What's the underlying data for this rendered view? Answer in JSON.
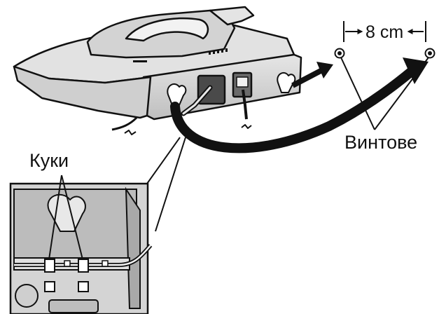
{
  "labels": {
    "spacing": "8 cm",
    "screws": "Винтове",
    "hooks": "Куки"
  },
  "colors": {
    "line": "#111111",
    "body_fill": "#d9d9d9",
    "body_shade": "#bdbdbd",
    "dark_fill": "#8a8a8a",
    "arrow": "#111111"
  },
  "icons": {
    "screw": "screw-icon",
    "arrow": "arrow-icon"
  }
}
